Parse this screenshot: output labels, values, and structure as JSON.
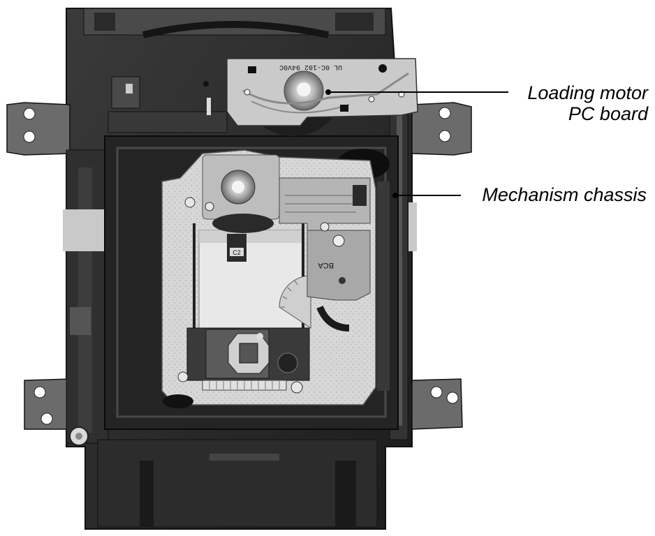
{
  "labels": {
    "loading_motor_line1": "Loading motor",
    "loading_motor_line2": "PC board",
    "mechanism_chassis": "Mechanism chassis"
  },
  "photo_elements": {
    "pcb_silkscreen": "UL 0C-102 94V0C",
    "part_marking_c2": "C2",
    "part_marking_bca": "BCA"
  },
  "colors": {
    "background": "#ffffff",
    "chassis_dark": "#262626",
    "plate_light": "#d4d4d4",
    "board_light": "#c8c8c8"
  }
}
